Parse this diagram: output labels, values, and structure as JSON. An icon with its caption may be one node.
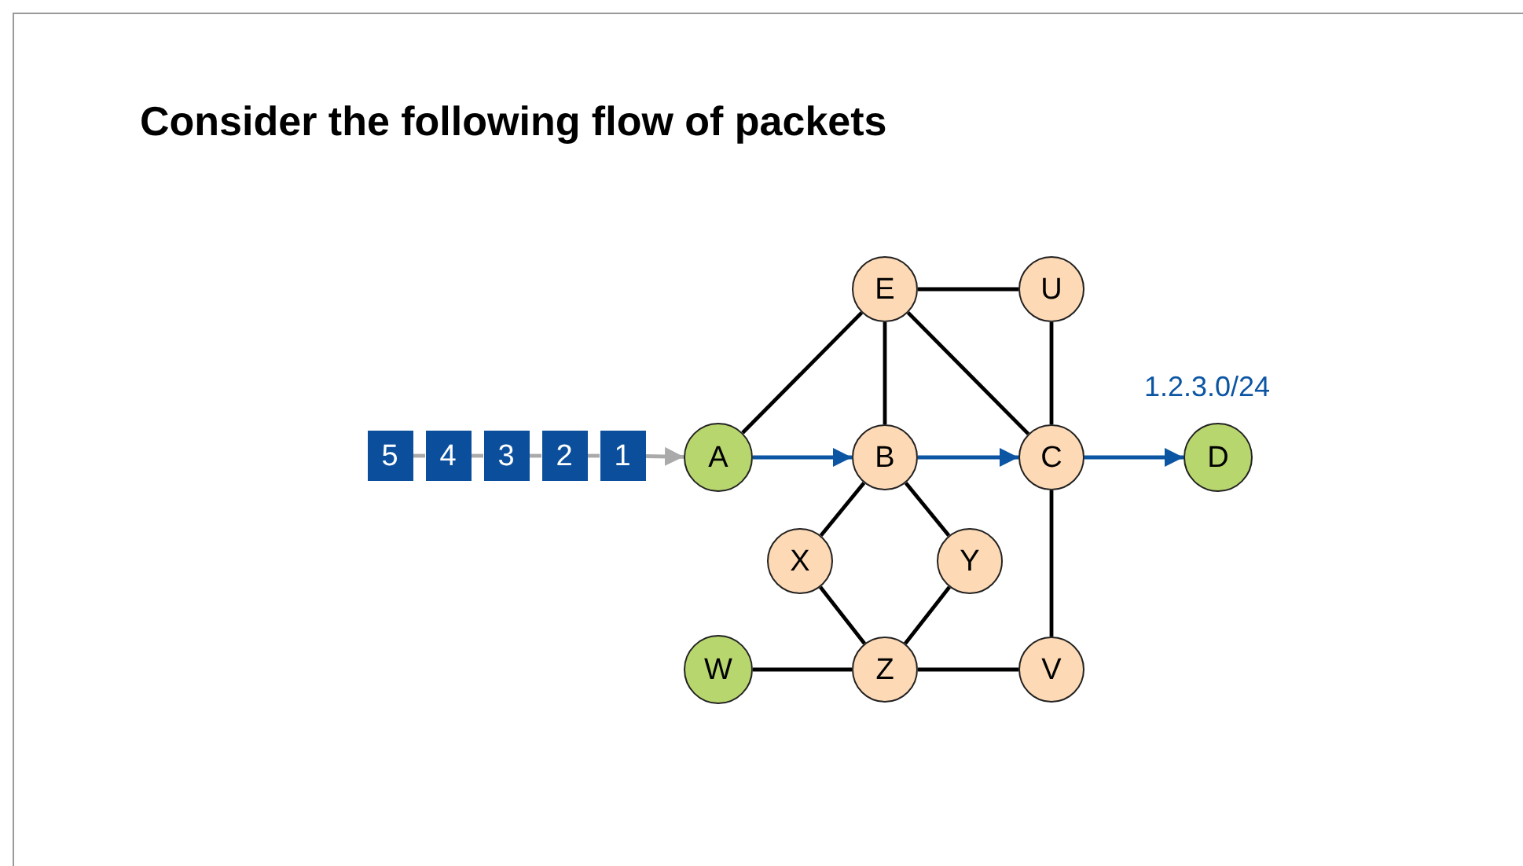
{
  "diagram": {
    "title": "Consider the following flow of packets",
    "nodes": [
      {
        "text": [
          "E"
        ]
      },
      {
        "text": [
          "U"
        ]
      },
      {
        "text": [
          "5"
        ]
      },
      {
        "text": [
          "4"
        ]
      },
      {
        "text": [
          "3"
        ]
      },
      {
        "text": [
          "2"
        ]
      },
      {
        "text": [
          "1"
        ]
      },
      {
        "text": [
          "A"
        ]
      },
      {
        "text": [
          "B"
        ]
      },
      {
        "text": [
          "C"
        ]
      },
      {
        "text": [
          "D"
        ],
        "beside": [
          "1.2.3.0/24"
        ]
      },
      {
        "text": [
          "X"
        ]
      },
      {
        "text": [
          "Y"
        ]
      },
      {
        "text": [
          "W"
        ]
      },
      {
        "text": [
          "Z"
        ]
      },
      {
        "text": [
          "V"
        ]
      }
    ],
    "edges": [
      {
        "from": 0,
        "to": 1,
        "arrow": "none"
      },
      {
        "from": 0,
        "to": 7,
        "arrow": "none"
      },
      {
        "from": 0,
        "to": 8,
        "arrow": "none"
      },
      {
        "from": 0,
        "to": 9,
        "arrow": "none"
      },
      {
        "from": 1,
        "to": 9,
        "arrow": "none"
      },
      {
        "from": 2,
        "to": 3,
        "arrow": "none",
        "color": "#aaaaaa"
      },
      {
        "from": 3,
        "to": 4,
        "arrow": "none",
        "color": "#aaaaaa"
      },
      {
        "from": 4,
        "to": 5,
        "arrow": "none",
        "color": "#aaaaaa"
      },
      {
        "from": 5,
        "to": 6,
        "arrow": "none",
        "color": "#aaaaaa"
      },
      {
        "from": 6,
        "to": 7,
        "arrow": "to",
        "color": "#aaaaaa"
      },
      {
        "from": 7,
        "to": 8,
        "arrow": "to",
        "color": "#0b55a3"
      },
      {
        "from": 8,
        "to": 9,
        "arrow": "to",
        "color": "#0b55a3"
      },
      {
        "from": 9,
        "to": 10,
        "arrow": "to",
        "color": "#0b55a3"
      },
      {
        "from": 8,
        "to": 11,
        "arrow": "none"
      },
      {
        "from": 8,
        "to": 12,
        "arrow": "none"
      },
      {
        "from": 11,
        "to": 14,
        "arrow": "none"
      },
      {
        "from": 12,
        "to": 14,
        "arrow": "none"
      },
      {
        "from": 13,
        "to": 14,
        "arrow": "none"
      },
      {
        "from": 14,
        "to": 15,
        "arrow": "none"
      },
      {
        "from": 9,
        "to": 15,
        "arrow": "none"
      }
    ]
  }
}
